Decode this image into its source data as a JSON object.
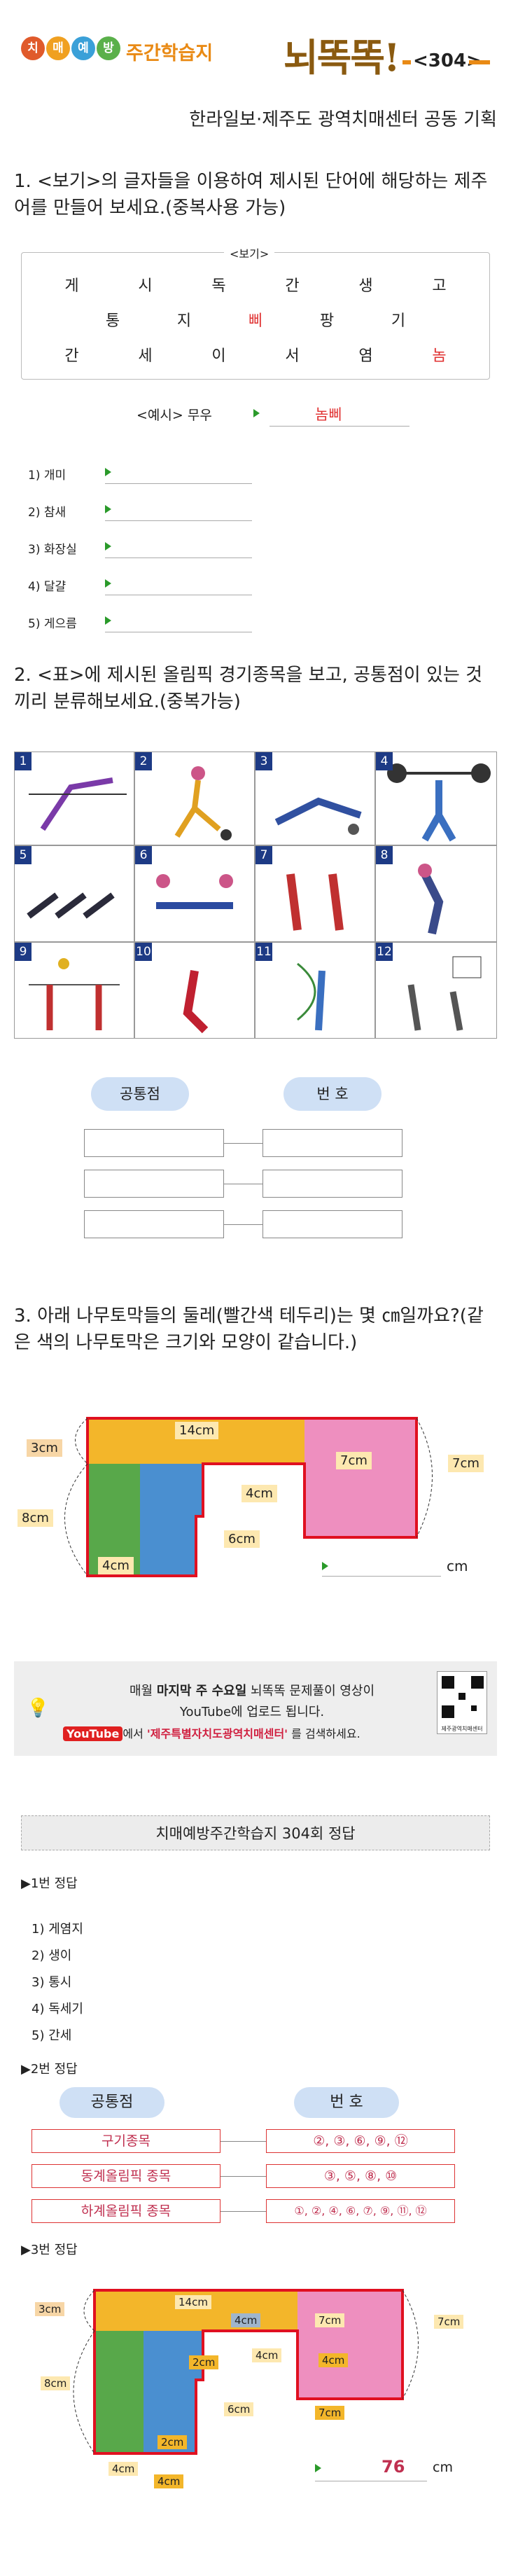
{
  "header": {
    "logo_chars": [
      "치",
      "매",
      "예",
      "방"
    ],
    "logo_colors": [
      "#e05a2b",
      "#f0a020",
      "#3aa0d8",
      "#5ab04a"
    ],
    "subtitle": "주간학습지",
    "big_title": "뇌똑똑!",
    "issue": "<304>",
    "planner": "한라일보·제주도 광역치매센터 공동 기획"
  },
  "q1": {
    "question": "1. <보기>의 글자들을 이용하여 제시된 단어에 해당하는 제주어를 만들어 보세요.(중복사용 가능)",
    "box_title": "<보기>",
    "row1": [
      "게",
      "시",
      "독",
      "간",
      "생",
      "고"
    ],
    "row2": [
      "통",
      "지",
      "삐",
      "팡",
      "기"
    ],
    "row3": [
      "간",
      "세",
      "이",
      "서",
      "염",
      "놈"
    ],
    "example_label": "<예시> 무우",
    "example_answer": "놈삐",
    "items": [
      "1) 개미",
      "2) 참새",
      "3) 화장실",
      "4) 달걀",
      "5) 게으름"
    ]
  },
  "q2": {
    "question": "2. <표>에 제시된 올림픽 경기종목을 보고, 공통점이 있는 것끼리 분류해보세요.(중복가능)",
    "sports": [
      "1",
      "2",
      "3",
      "4",
      "5",
      "6",
      "7",
      "8",
      "9",
      "10",
      "11",
      "12"
    ],
    "col1": "공통점",
    "col2": "번 호"
  },
  "q3": {
    "question": "3. 아래 나무토막들의 둘레(빨간색 테두리)는 몇 ㎝일까요?(같은 색의 나무토막은 크기와 모양이 같습니다.)",
    "labels": {
      "l3": "3cm",
      "l14": "14cm",
      "l7a": "7cm",
      "l7b": "7cm",
      "l4a": "4cm",
      "l8": "8cm",
      "l6": "6cm",
      "l4b": "4cm"
    },
    "unit": "cm"
  },
  "banner": {
    "line1a": "매월",
    "line1b": "마지막 주 수요일",
    "line1c": "뇌똑똑 문제풀이 영상이",
    "line2": "YouTube에 업로드 됩니다.",
    "yt": "YouTube",
    "line3a": "에서",
    "line3b": "'제주특별자치도광역치매센터'",
    "line3c": "를 검색하세요.",
    "qr_caption": "제주광역치매센터"
  },
  "answers": {
    "title": "치매예방주간학습지 304회 정답",
    "a1_head": "▶1번 정답",
    "a1": [
      "1) 게염지",
      "2) 생이",
      "3) 통시",
      "4) 독세기",
      "5) 간세"
    ],
    "a2_head": "▶2번 정답",
    "a2_col1": "공통점",
    "a2_col2": "번 호",
    "a2_rows": [
      {
        "k": "구기종목",
        "v": "②, ③, ⑥, ⑨, ⑫"
      },
      {
        "k": "동계올림픽 종목",
        "v": "③, ⑤, ⑧, ⑩"
      },
      {
        "k": "하계올림픽 종목",
        "v": "①, ②, ④, ⑥, ⑦, ⑨, ⑪, ⑫"
      }
    ],
    "a3_head": "▶3번 정답",
    "a3_labels": {
      "l3": "3cm",
      "l14": "14cm",
      "l4c": "4cm",
      "l7a": "7cm",
      "l7b": "7cm",
      "l4r": "4cm",
      "l2a": "2cm",
      "l4m": "4cm",
      "l8": "8cm",
      "l6": "6cm",
      "l2b": "2cm",
      "l4b": "4cm",
      "l4d": "4cm",
      "l7c": "7cm"
    },
    "a3_answer": "76",
    "a3_unit": "cm"
  }
}
